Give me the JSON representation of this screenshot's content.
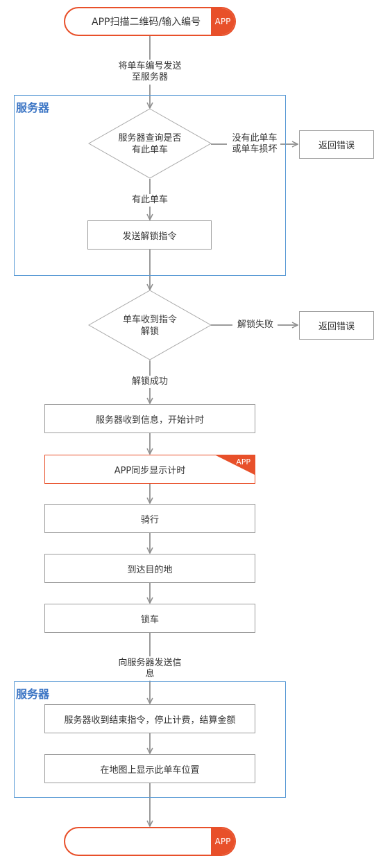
{
  "start_pill": {
    "text": "APP扫描二维码/输入编号",
    "tag": "APP"
  },
  "end_pill": {
    "tag": "APP"
  },
  "regions": [
    {
      "title": "服务器"
    },
    {
      "title": "服务器"
    }
  ],
  "edge_labels": {
    "send_number": "将单车编号发送至服务器",
    "no_bike": "没有此单车或单车损坏",
    "has_bike": "有此单车",
    "unlock_fail": "解锁失败",
    "unlock_success": "解锁成功",
    "send_info": "向服务器发送信息"
  },
  "decisions": {
    "query": "服务器查询是否有此单车",
    "received": "单车收到指令解锁"
  },
  "boxes": {
    "error1": "返回错误",
    "send_unlock": "发送解锁指令",
    "error2": "返回错误",
    "start_timing": "服务器收到信息，开始计时",
    "app_sync": "APP同步显示计时",
    "app_sync_tag": "APP",
    "ride": "骑行",
    "arrive": "到达目的地",
    "lock": "锁车",
    "end_billing": "服务器收到结束指令，停止计费，结算金额",
    "show_location": "在地图上显示此单车位置"
  },
  "colors": {
    "accent": "#e8502a",
    "region": "#5b9bd5",
    "line": "#9b9b9b"
  }
}
